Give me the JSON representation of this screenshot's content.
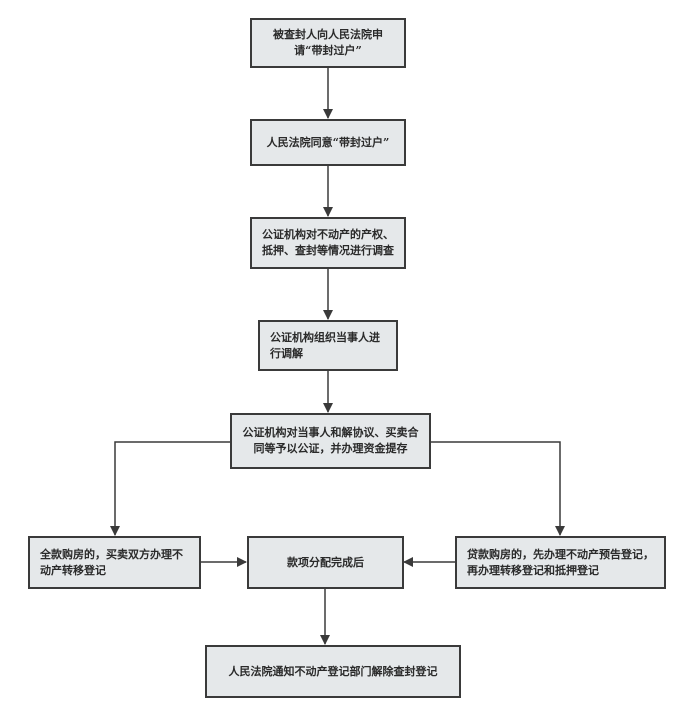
{
  "diagram": {
    "type": "flowchart",
    "nodes": [
      {
        "id": "n1",
        "text": "被查封人向人民法院申请“带封过户”"
      },
      {
        "id": "n2",
        "text": "人民法院同意“带封过户”"
      },
      {
        "id": "n3",
        "text": "公证机构对不动产的产权、抵押、查封等情况进行调查"
      },
      {
        "id": "n4",
        "text": "公证机构组织当事人进行调解"
      },
      {
        "id": "n5",
        "text": "公证机构对当事人和解协议、买卖合同等予以公证，并办理资金提存"
      },
      {
        "id": "n6",
        "text": "全款购房的，买卖双方办理不动产转移登记"
      },
      {
        "id": "n7",
        "text": "款项分配完成后"
      },
      {
        "id": "n8",
        "text": "贷款购房的，先办理不动产预告登记，再办理转移登记和抵押登记"
      },
      {
        "id": "n9",
        "text": "人民法院通知不动产登记部门解除查封登记"
      }
    ],
    "edges": [
      {
        "from": "n1",
        "to": "n2"
      },
      {
        "from": "n2",
        "to": "n3"
      },
      {
        "from": "n3",
        "to": "n4"
      },
      {
        "from": "n4",
        "to": "n5"
      },
      {
        "from": "n5",
        "to": "n6"
      },
      {
        "from": "n5",
        "to": "n8"
      },
      {
        "from": "n6",
        "to": "n7"
      },
      {
        "from": "n8",
        "to": "n7"
      },
      {
        "from": "n7",
        "to": "n9"
      }
    ],
    "colors": {
      "box_fill": "#e5e8ea",
      "box_border": "#3a3a3a",
      "line": "#3a3a3a",
      "text": "#2a2a2a"
    }
  }
}
